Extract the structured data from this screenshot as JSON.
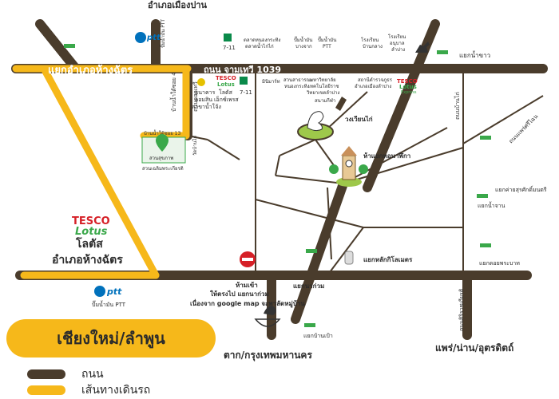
{
  "colors": {
    "road": "#4a3c2c",
    "route": "#f6b81a",
    "green": "#3aa84a",
    "grey": "#555555"
  },
  "labels": {
    "amphoe_mueang_pan": "อำเภอเมืองปาน",
    "yaek_amphoe": "แยกอำเภอห้างฉัตร",
    "thanon_jamthewi": "ถนน จามเทวี 1039",
    "ban_nam_tai_soi4": "บ้านน้ำใต้ซอย 4",
    "thanon_khaonam": "ถนนดอกเทวี",
    "ban_nam_tai_soi13": "บ้านน้ำใต้ซอย 13",
    "destination": "สวนสุขภาพ",
    "destination_sub": "สวนเฉลิมพระเกียรติ",
    "wat_ban_kai": "วัดบ้านไก่",
    "wong_wian_kai": "วงเวียนไก่",
    "ho_nalika": "ห้าแยกหอนาฬิกา",
    "yaek_lak_kilo": "แยกหลักกิโลเมตร",
    "yaek_na_kuan": "แยกนาก่วม",
    "ha_khao": "ห้ามเข้า",
    "hai_trong_pai": "ให้ตรงไป แยกนาก่วม",
    "google_note": "เนื่องจาก google map จะพาลัดหมู่บ้าน",
    "tak_bkk": "ตาก/กรุงเทพมหานคร",
    "phrae_nan": "แพร่/น่าน/อุตรดิตถ์",
    "yaek_nam_khao": "แยกน้ำขาว",
    "thanon_ban_kai_don": "ถนนบ้านไก่",
    "thanon_siri_rat": "ถนนสิริราชเกียรติ",
    "thanon_pae_moo": "ถนนแพร่ศรีไฉน",
    "yaek_nam_chan": "แยกน้ำจาน",
    "yaek_khai_surasak": "แยกค่ายสุรศักดิ์มนตรี",
    "yaek_pha_bat": "แยกดอยพระบาท",
    "yaek_ban_pao": "แยกบ้านเป้า",
    "lotus_label": "โลตัส",
    "lotus_sub": "อำเภอห้างฉัตร",
    "tesco": "TESCO",
    "lotus_logo": "Lotus",
    "lotus_small": "โลตัส",
    "lotus_small_sub": "เอ็กซ์เพรส",
    "seven": "7-11",
    "ptt": "ptt",
    "ptt_note": "ปั๊มน้ำมัน PTT",
    "ptt_note_top": "ปั๊มน้ำมัน PTT",
    "bank": "ธนาคาร",
    "bank_sub": "ออมสิน",
    "bank_sub2": "สาขาน้ำโจ้ง",
    "mini_mart": "มินิมาร์ท",
    "tesco_express": "Express",
    "top_shop1": "ตลาดหนองกระทิง",
    "top_shop1b": "ตลาดน้ำไก่ไก่",
    "top_shop2": "ปั๊มน้ำมัน",
    "top_shop2b": "บางจาก",
    "top_shop3": "ปั๊มน้ำมัน",
    "top_shop3b": "PTT",
    "top_school": "โรงเรียน",
    "top_school_b": "บ้านกลาง",
    "top_school2": "โรงเรียน",
    "top_school2_b": "อนุบาล",
    "top_school2_c": "ลำปาง",
    "mid_shop1": "สวนสาธารณะ",
    "mid_shop1b": "หนองกระทิง",
    "mid_college": "มหาวิทยาลัย",
    "mid_college_b": "เทคโนโลยีราช",
    "mid_college_c": "วิทยาเขตลำปาง",
    "mid_stadium": "สนามกีฬา",
    "mid_govt": "สถานีตำรวจภูธร",
    "mid_govt_b": "อำเภอเมืองลำปาง"
  },
  "legend": {
    "title": "เชียงใหม่/ลำพูน",
    "road_label": "ถนน",
    "route_label": "เส้นทางเดินรถ"
  }
}
